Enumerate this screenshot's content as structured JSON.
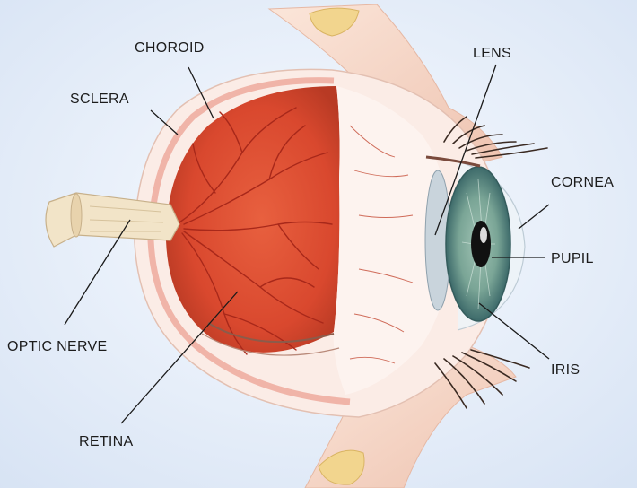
{
  "labels": {
    "choroid": "CHOROID",
    "sclera": "SCLERA",
    "lens": "LENS",
    "cornea": "CORNEA",
    "pupil": "PUPIL",
    "iris": "IRIS",
    "optic_nerve": "OPTIC NERVE",
    "retina": "RETINA"
  },
  "colors": {
    "background": "#e6eefa",
    "retina": "#d9482e",
    "vessel": "#a8281a",
    "sclera": "#fbe9e2",
    "choroid_band": "#f0b4a8",
    "iris": "#6f9a8e",
    "pupil": "#111111",
    "eyelid": "#f6d4c4",
    "nerve": "#f2e4c8"
  }
}
